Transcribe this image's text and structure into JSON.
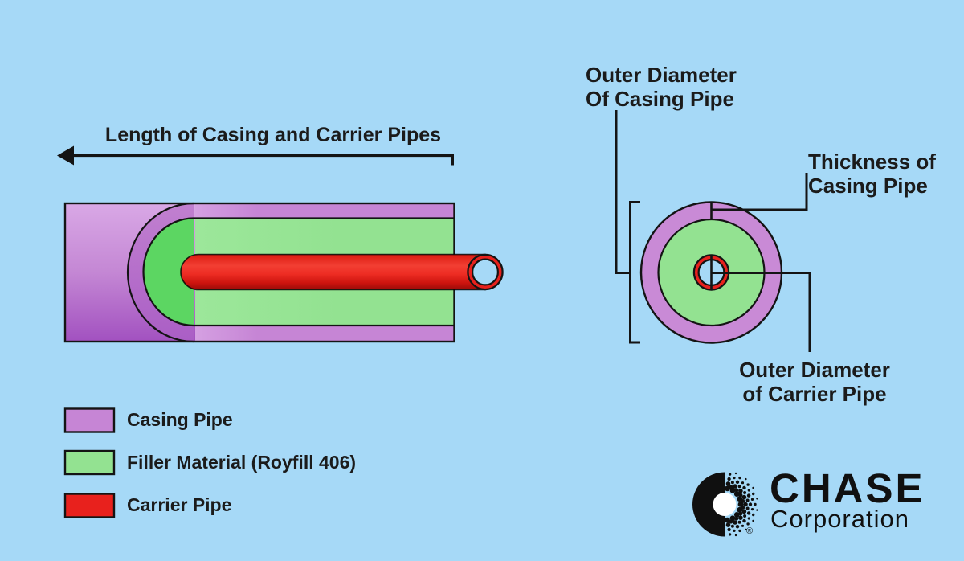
{
  "palette": {
    "background": "#a6d9f7",
    "casing_purple": "#c685d5",
    "casing_purple_light": "#d9a8e6",
    "casing_purple_dark": "#a251c0",
    "dome_ring_purple": "#b671cb",
    "filler_green": "#93e291",
    "filler_green_dome": "#5cd662",
    "carrier_red": "#e8211d",
    "line_black": "#141414"
  },
  "left_diagram": {
    "arrow_label": "Length of Casing and Carrier Pipes"
  },
  "right_diagram": {
    "labels": {
      "outer_casing": {
        "line1": "Outer Diameter",
        "line2": "Of Casing Pipe"
      },
      "thickness": {
        "line1": "Thickness of",
        "line2": "Casing Pipe"
      },
      "outer_carrier": {
        "line1": "Outer Diameter",
        "line2": "of Carrier Pipe"
      }
    }
  },
  "legend": {
    "items": [
      {
        "label": "Casing Pipe",
        "color": "#c685d5"
      },
      {
        "label": "Filler Material (Royfill 406)",
        "color": "#93e291"
      },
      {
        "label": "Carrier Pipe",
        "color": "#e8211d"
      }
    ]
  },
  "logo": {
    "name": "CHASE",
    "subtitle": "Corporation",
    "registered": "®"
  }
}
